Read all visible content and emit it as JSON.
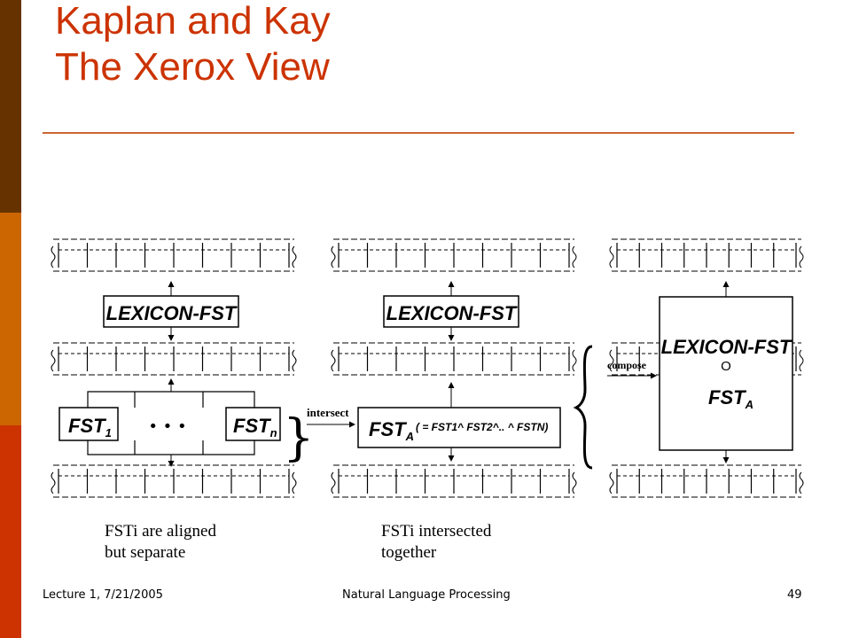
{
  "slide": {
    "title_line1": "Kaplan and Kay",
    "title_line2": "The Xerox View"
  },
  "diagram": {
    "panel1": {
      "lexicon": "LEXICON-FST",
      "fst1_base": "FST",
      "fst1_sub": "1",
      "ellipsis": "• • •",
      "fstn_base": "FST",
      "fstn_sub": "n"
    },
    "intersect_label": "intersect",
    "panel2": {
      "lexicon": "LEXICON-FST",
      "fsta_base": "FST",
      "fsta_sub": "A",
      "formula": "( = FST1^ FST2^.. ^ FSTN)"
    },
    "compose_label": "compose",
    "panel3": {
      "lexicon": "LEXICON-FST",
      "compose_op": "O",
      "fsta_base": "FST",
      "fsta_sub": "A"
    }
  },
  "captions": {
    "left_line1": "FSTi are aligned",
    "left_line2": "but separate",
    "right_line1": "FSTi intersected",
    "right_line2": "together"
  },
  "footer": {
    "left": "Lecture 1, 7/21/2005",
    "center": "Natural Language Processing",
    "page": "49"
  }
}
